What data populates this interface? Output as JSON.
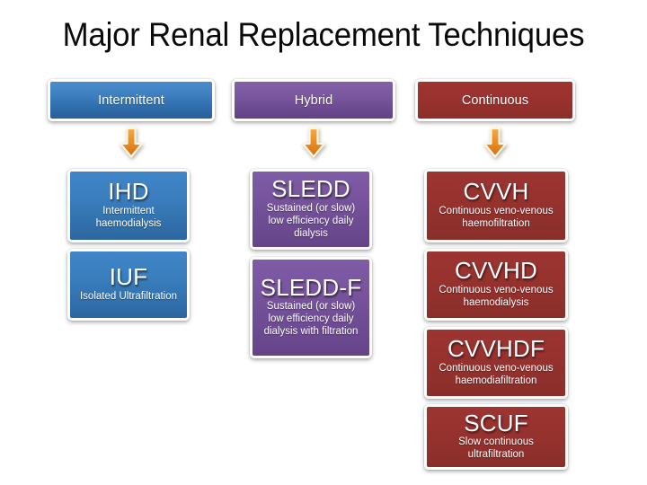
{
  "slide": {
    "title": "Major Renal Replacement Techniques",
    "background_color": "#ffffff",
    "title_color": "#0a0a0a"
  },
  "columns": [
    {
      "id": "intermittent",
      "header_label": "Intermittent",
      "color": "#3d7ebe",
      "arrow_icon": "down-arrow-icon",
      "items": [
        {
          "acronym": "IHD",
          "description": "Intermittent haemodialysis"
        },
        {
          "acronym": "IUF",
          "description": "Isolated Ultrafiltration"
        }
      ]
    },
    {
      "id": "hybrid",
      "header_label": "Hybrid",
      "color": "#79569e",
      "arrow_icon": "down-arrow-icon",
      "items": [
        {
          "acronym": "SLEDD",
          "description": "Sustained (or slow) low efficiency daily dialysis"
        },
        {
          "acronym": "SLEDD-F",
          "description": "Sustained (or slow) low efficiency daily dialysis with filtration"
        }
      ]
    },
    {
      "id": "continuous",
      "header_label": "Continuous",
      "color": "#9b322f",
      "arrow_icon": "down-arrow-icon",
      "items": [
        {
          "acronym": "CVVH",
          "description": "Continuous veno-venous haemofiltration"
        },
        {
          "acronym": "CVVHD",
          "description": "Continuous veno-venous haemodialysis"
        },
        {
          "acronym": "CVVHDF",
          "description": "Continuous veno-venous haemodiafiltration"
        },
        {
          "acronym": "SCUF",
          "description": "Slow continuous ultrafiltration"
        }
      ]
    }
  ],
  "arrow": {
    "fill_top": "#f2a23c",
    "fill_bottom": "#d9761c",
    "outline": "#fdf6e4"
  }
}
